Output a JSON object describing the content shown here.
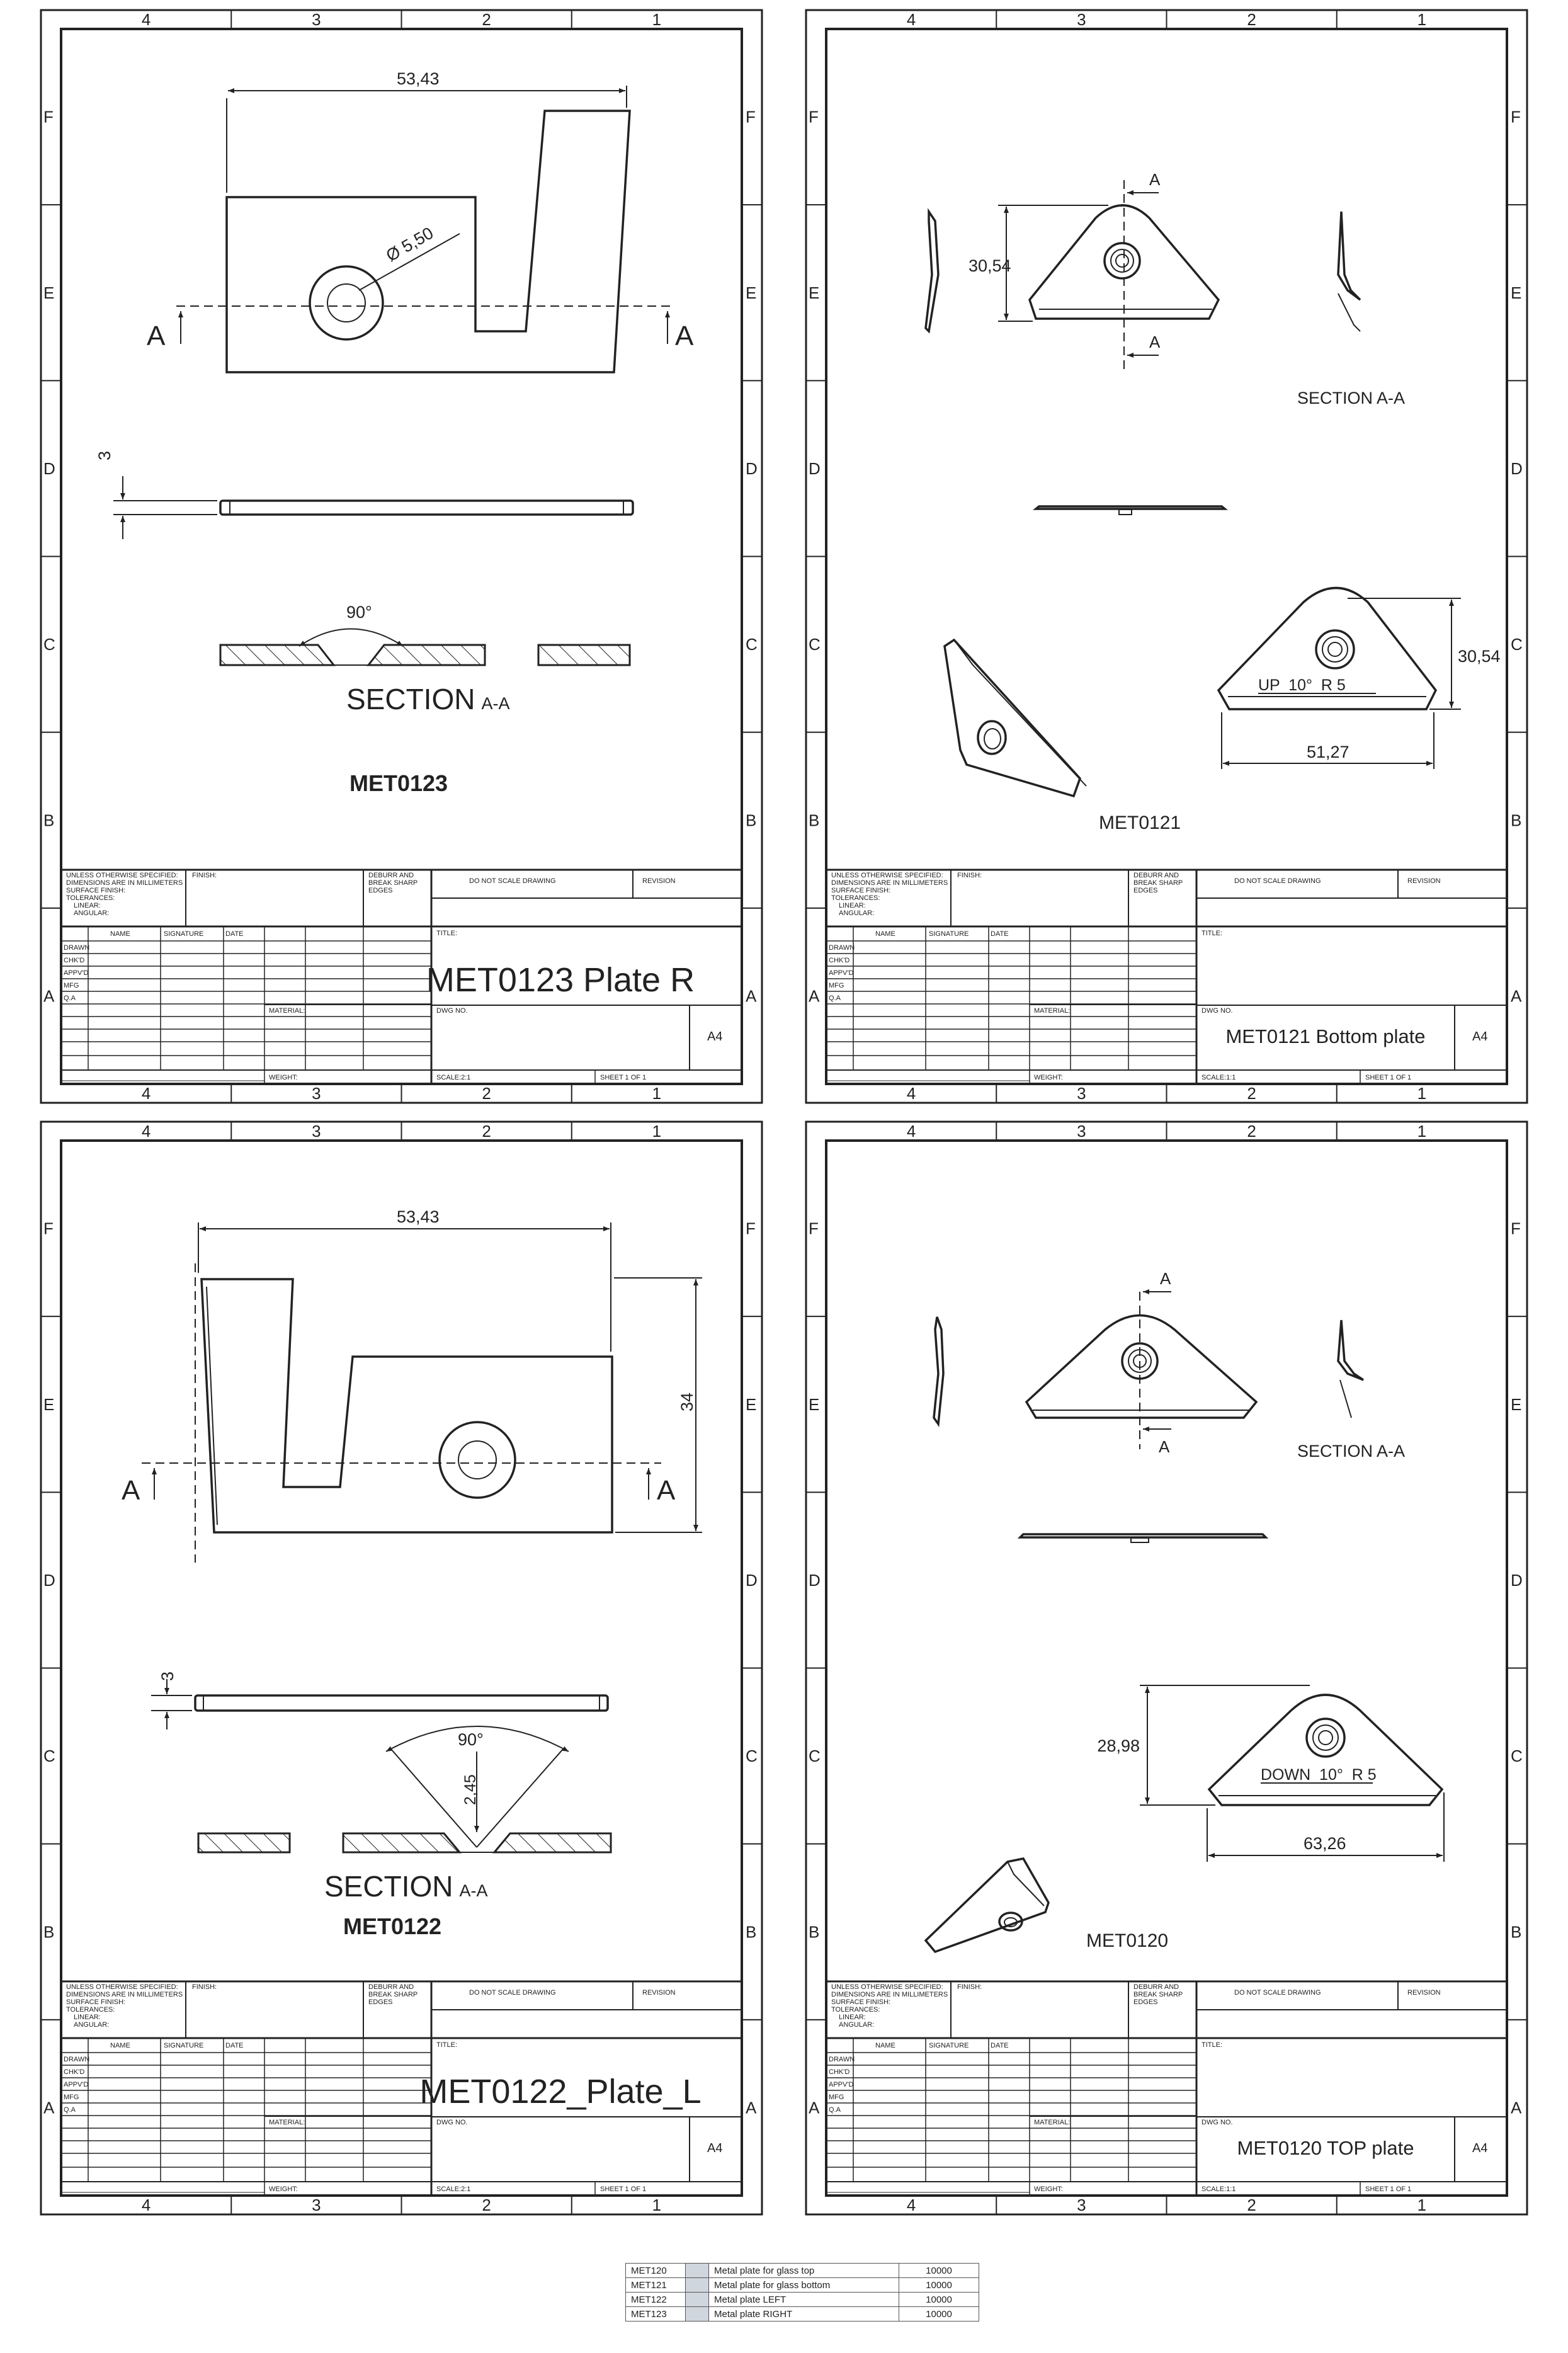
{
  "zones": {
    "cols": [
      "4",
      "3",
      "2",
      "1"
    ],
    "rows": [
      "F",
      "E",
      "D",
      "C",
      "B",
      "A"
    ]
  },
  "titleblock": {
    "unless": "UNLESS OTHERWISE SPECIFIED:",
    "dims": "DIMENSIONS ARE IN MILLIMETERS",
    "surface": "SURFACE FINISH:",
    "tolerances": "TOLERANCES:",
    "linear": "LINEAR:",
    "angular": "ANGULAR:",
    "finish": "FINISH:",
    "deburr1": "DEBURR AND",
    "deburr2": "BREAK SHARP",
    "deburr3": "EDGES",
    "noscale": "DO NOT SCALE DRAWING",
    "revision": "REVISION",
    "name": "NAME",
    "signature": "SIGNATURE",
    "date": "DATE",
    "drawn": "DRAWN",
    "chkd": "CHK'D",
    "appvd": "APPV'D",
    "mfg": "MFG",
    "qa": "Q.A",
    "material": "MATERIAL:",
    "weight": "WEIGHT:",
    "title_label": "TITLE:",
    "dwgno": "DWG NO.",
    "size": "A4",
    "sheet": "SHEET 1 OF 1"
  },
  "sheets": [
    {
      "id": "met0123",
      "title": "MET0123 Plate R",
      "part_label": "MET0123",
      "scale": "SCALE:2:1",
      "dims": {
        "width": "53,43",
        "hole": "Ø 5,50",
        "thickness": "3",
        "angle": "90°"
      },
      "section_main": "SECTION",
      "section_sub": "A-A",
      "cut_letter": "A"
    },
    {
      "id": "met0121",
      "title": "MET0121 Bottom plate",
      "part_label": "MET0121",
      "scale": "SCALE:1:1",
      "dims": {
        "height1": "30,54",
        "height2": "30,54",
        "width": "51,27",
        "bend": "UP  10°  R 5"
      },
      "section_label": "SECTION A-A",
      "cut_letter": "A"
    },
    {
      "id": "met0122",
      "title": "MET0122_Plate_L",
      "part_label": "MET0122",
      "scale": "SCALE:2:1",
      "dims": {
        "width": "53,43",
        "height": "34",
        "thickness": "3",
        "angle": "90°",
        "depth": "2,45"
      },
      "section_main": "SECTION",
      "section_sub": "A-A",
      "cut_letter": "A"
    },
    {
      "id": "met0120",
      "title": "MET0120 TOP plate",
      "part_label": "MET0120",
      "scale": "SCALE:1:1",
      "dims": {
        "height": "28,98",
        "width": "63,26",
        "bend": "DOWN  10°  R 5"
      },
      "section_label": "SECTION A-A",
      "cut_letter": "A"
    }
  ],
  "bom": [
    {
      "code": "MET120",
      "desc": "Metal plate for glass top",
      "qty": "10000"
    },
    {
      "code": "MET121",
      "desc": "Metal plate for glass bottom",
      "qty": "10000"
    },
    {
      "code": "MET122",
      "desc": "Metal plate LEFT",
      "qty": "10000"
    },
    {
      "code": "MET123",
      "desc": "Metal plate RIGHT",
      "qty": "10000"
    }
  ]
}
